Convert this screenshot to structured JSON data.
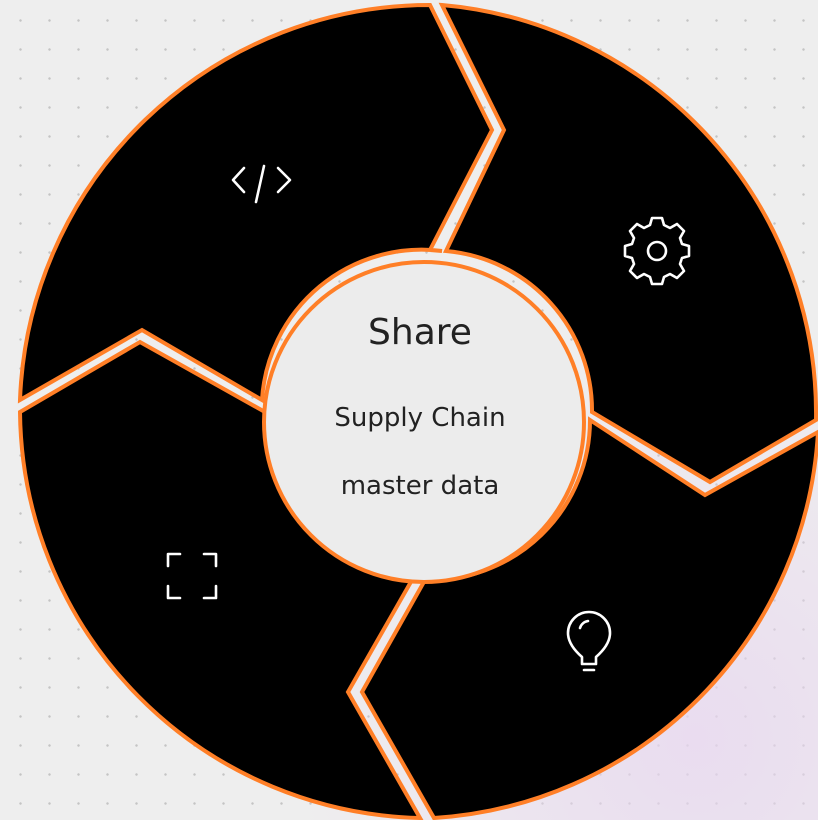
{
  "hub": {
    "title": "Share",
    "line1": "Supply Chain",
    "line2": "master data"
  },
  "segments": [
    {
      "icon": "code-icon"
    },
    {
      "icon": "gear-icon"
    },
    {
      "icon": "lightbulb-icon"
    },
    {
      "icon": "focus-frame-icon"
    }
  ],
  "colors": {
    "segment_fill": "#000000",
    "outline": "#ff7f27",
    "hub_fill": "#ececec",
    "icon": "#ffffff",
    "text": "#222222",
    "background": "#eeeeee"
  }
}
